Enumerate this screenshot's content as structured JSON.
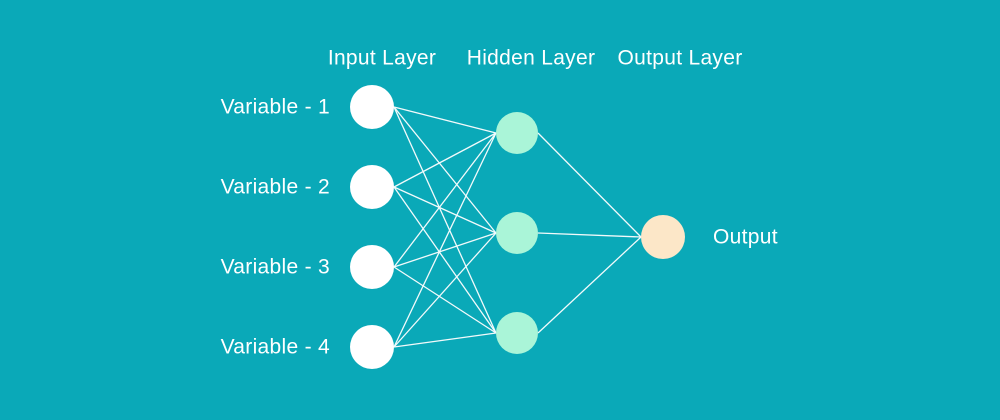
{
  "colors": {
    "background": "#0aa9b8",
    "input_node": "#ffffff",
    "hidden_node": "#aaf5d8",
    "output_node": "#fce7c8",
    "edge": "#ffffff",
    "text": "#ffffff"
  },
  "diagram": {
    "type": "neural-network",
    "layers": [
      {
        "title": "Input Layer",
        "nodes": [
          {
            "id": "input-1",
            "label": "Variable - 1"
          },
          {
            "id": "input-2",
            "label": "Variable - 2"
          },
          {
            "id": "input-3",
            "label": "Variable - 3"
          },
          {
            "id": "input-4",
            "label": "Variable - 4"
          }
        ]
      },
      {
        "title": "Hidden Layer",
        "nodes": [
          {
            "id": "hidden-1",
            "label": ""
          },
          {
            "id": "hidden-2",
            "label": ""
          },
          {
            "id": "hidden-3",
            "label": ""
          }
        ]
      },
      {
        "title": "Output Layer",
        "nodes": [
          {
            "id": "output-1",
            "label": "Output"
          }
        ]
      }
    ],
    "edges": [
      [
        "input-1",
        "hidden-1"
      ],
      [
        "input-1",
        "hidden-2"
      ],
      [
        "input-1",
        "hidden-3"
      ],
      [
        "input-2",
        "hidden-1"
      ],
      [
        "input-2",
        "hidden-2"
      ],
      [
        "input-2",
        "hidden-3"
      ],
      [
        "input-3",
        "hidden-1"
      ],
      [
        "input-3",
        "hidden-2"
      ],
      [
        "input-3",
        "hidden-3"
      ],
      [
        "input-4",
        "hidden-1"
      ],
      [
        "input-4",
        "hidden-2"
      ],
      [
        "input-4",
        "hidden-3"
      ],
      [
        "hidden-1",
        "output-1"
      ],
      [
        "hidden-2",
        "output-1"
      ],
      [
        "hidden-3",
        "output-1"
      ]
    ]
  }
}
